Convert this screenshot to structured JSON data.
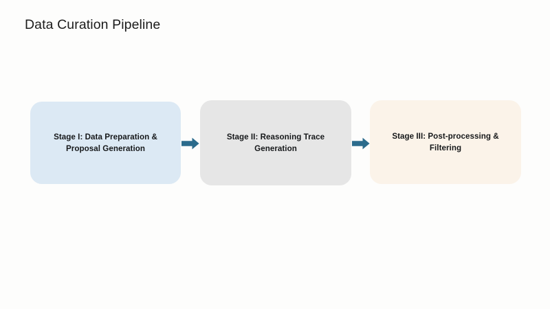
{
  "page": {
    "title": "Data Curation Pipeline",
    "background_color": "#fdfdfc",
    "text_color": "#1b1b1b"
  },
  "diagram": {
    "type": "flowchart",
    "orientation": "horizontal",
    "arrow_color": "#2b6b8c",
    "stages": [
      {
        "id": "stage-1",
        "label": "Stage I: Data Preparation & Proposal Generation",
        "fill_color": "#dce9f4",
        "text_color": "#16181a"
      },
      {
        "id": "stage-2",
        "label": "Stage II: Reasoning Trace Generation",
        "fill_color": "#e6e6e6",
        "text_color": "#16181a"
      },
      {
        "id": "stage-3",
        "label": "Stage III: Post-processing & Filtering",
        "fill_color": "#fbf3e9",
        "text_color": "#16181a"
      }
    ],
    "connectors": [
      {
        "id": "arrow-1",
        "from": "stage-1",
        "to": "stage-2",
        "icon": "arrow-right-icon"
      },
      {
        "id": "arrow-2",
        "from": "stage-2",
        "to": "stage-3",
        "icon": "arrow-right-icon"
      }
    ]
  }
}
